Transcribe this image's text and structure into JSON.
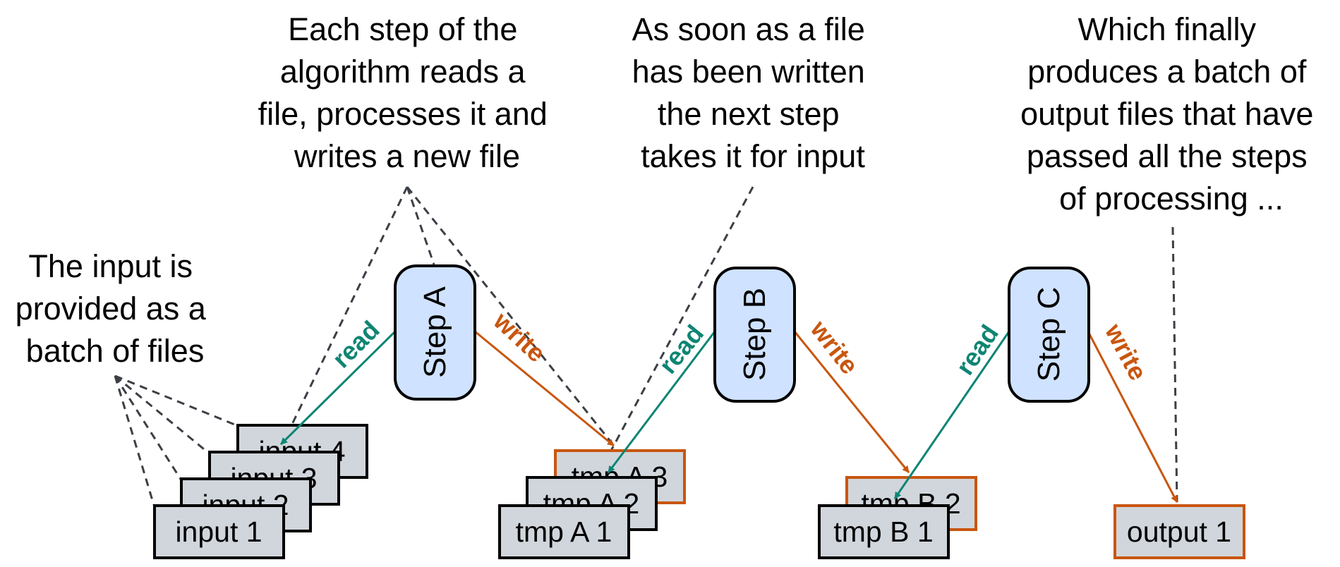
{
  "notes": {
    "input": [
      "The input is",
      "provided as a",
      "batch of files"
    ],
    "step": [
      "Each step of the",
      "algorithm reads a",
      "file, processes it and",
      "writes a new file"
    ],
    "soon": [
      "As soon as a file",
      "has been written",
      "the next step",
      "takes it for input"
    ],
    "final": [
      "Which finally",
      "produces a batch of",
      "output files that have",
      "passed all the steps",
      "of processing ..."
    ]
  },
  "steps": {
    "a": "Step A",
    "b": "Step B",
    "c": "Step C"
  },
  "files": {
    "input": [
      "input 1",
      "input 2",
      "input 3",
      "input 4"
    ],
    "tmp_a": [
      "tmp A 1",
      "tmp A 2",
      "tmp A 3"
    ],
    "tmp_b": [
      "tmp B 1",
      "tmp B 2"
    ],
    "output": [
      "output 1"
    ]
  },
  "edges": {
    "read": "read",
    "write": "write"
  },
  "colors": {
    "read": "#0e8573",
    "write": "#c8560f",
    "file_fill": "#d1d6dc",
    "step_fill": "#cfe2ff"
  }
}
